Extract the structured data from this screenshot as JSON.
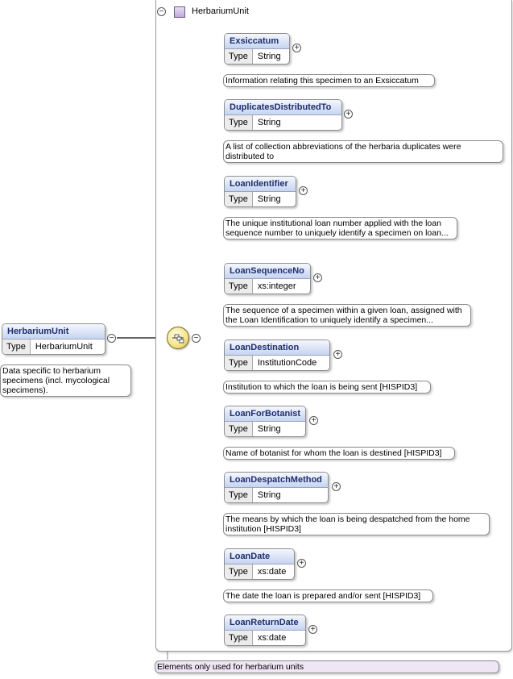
{
  "container": {
    "label": "HerbariumUnit",
    "note": "Elements only used for herbarium units"
  },
  "root": {
    "name": "HerbariumUnit",
    "type_key": "Type",
    "type_value": "HerbariumUnit",
    "note": "Data specific to herbarium specimens (incl. mycological specimens)."
  },
  "toggles": {
    "minus": "−",
    "plus": "+"
  },
  "elements": [
    {
      "name": "Exsiccatum",
      "type_key": "Type",
      "type_value": "String",
      "note": "Information relating this specimen to an Exsiccatum"
    },
    {
      "name": "DuplicatesDistributedTo",
      "type_key": "Type",
      "type_value": "String",
      "note": "A list of collection abbreviations of the herbaria duplicates were distributed to"
    },
    {
      "name": "LoanIdentifier",
      "type_key": "Type",
      "type_value": "String",
      "note": "The unique institutional loan number applied with the loan sequence number to uniquely identify a specimen on loan..."
    },
    {
      "name": "LoanSequenceNo",
      "type_key": "Type",
      "type_value": "xs:integer",
      "note": "The sequence of a specimen within a given loan, assigned with the Loan Identification to uniquely identify a specimen..."
    },
    {
      "name": "LoanDestination",
      "type_key": "Type",
      "type_value": "InstitutionCode",
      "note": "Institution to which the loan is being sent [HISPID3]"
    },
    {
      "name": "LoanForBotanist",
      "type_key": "Type",
      "type_value": "String",
      "note": "Name of botanist for whom the loan is destined [HISPID3]"
    },
    {
      "name": "LoanDespatchMethod",
      "type_key": "Type",
      "type_value": "String",
      "note": "The means by which the loan is being despatched from the home institution [HISPID3]"
    },
    {
      "name": "LoanDate",
      "type_key": "Type",
      "type_value": "xs:date",
      "note": "The date the loan is prepared and/or sent [HISPID3]"
    },
    {
      "name": "LoanReturnDate",
      "type_key": "Type",
      "type_value": "xs:date"
    }
  ]
}
